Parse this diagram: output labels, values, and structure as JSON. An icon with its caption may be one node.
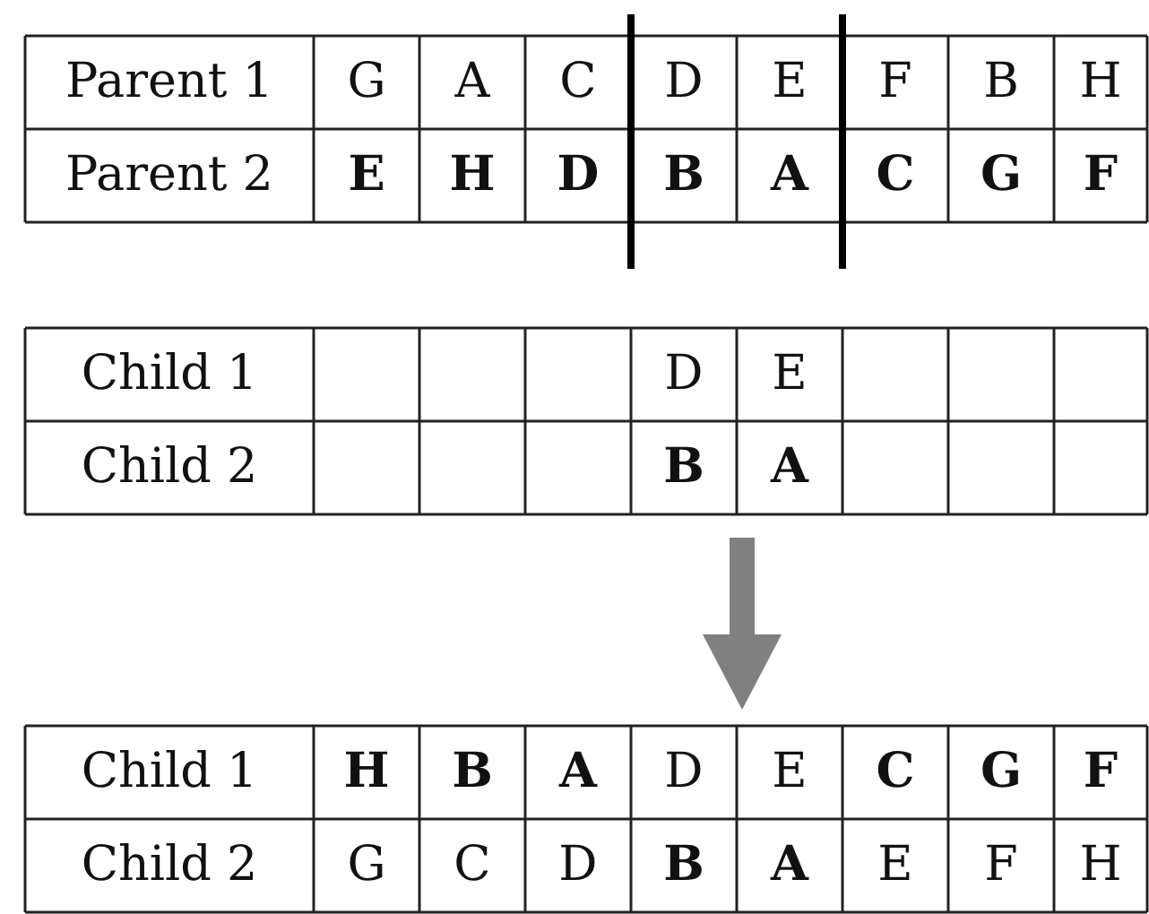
{
  "diagram": {
    "labels": [
      "Parent 1",
      "G",
      "A",
      "C",
      "D",
      "E",
      "F",
      "B",
      "H",
      "Parent 2",
      "E",
      "H",
      "D",
      "B",
      "A",
      "C",
      "G",
      "F",
      "Child 1",
      "D",
      "E",
      "Child 2",
      "B",
      "A",
      "Child 1",
      "H",
      "B",
      "A",
      "D",
      "E",
      "C",
      "G",
      "F",
      "Child 2",
      "G",
      "C",
      "D",
      "B",
      "A",
      "E",
      "F",
      "H"
    ]
  }
}
